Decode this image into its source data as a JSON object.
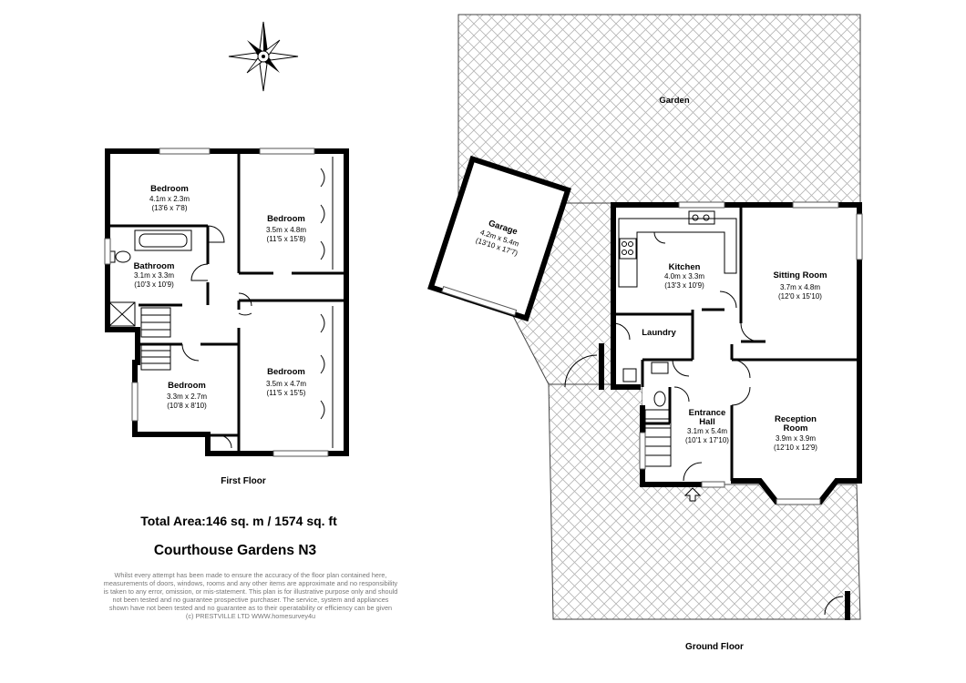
{
  "compass": {
    "icon": "compass-rose-icon"
  },
  "first_floor": {
    "label": "First Floor",
    "rooms": [
      {
        "name": "Bedroom",
        "metric": "4.1m x 2.3m",
        "imperial": "(13'6 x 7'8)"
      },
      {
        "name": "Bedroom",
        "metric": "3.5m x 4.8m",
        "imperial": "(11'5 x 15'8)"
      },
      {
        "name": "Bathroom",
        "metric": "3.1m x 3.3m",
        "imperial": "(10'3 x 10'9)"
      },
      {
        "name": "Bedroom",
        "metric": "3.3m x 2.7m",
        "imperial": "(10'8 x 8'10)"
      },
      {
        "name": "Bedroom",
        "metric": "3.5m x 4.7m",
        "imperial": "(11'5 x 15'5)"
      }
    ]
  },
  "ground_floor": {
    "label": "Ground Floor",
    "garden": "Garden",
    "rooms": [
      {
        "name": "Garage",
        "metric": "4.2m x 5.4m",
        "imperial": "(13'10 x 17'7)"
      },
      {
        "name": "Kitchen",
        "metric": "4.0m x 3.3m",
        "imperial": "(13'3 x 10'9)"
      },
      {
        "name": "Sitting Room",
        "metric": "3.7m x 4.8m",
        "imperial": "(12'0 x 15'10)"
      },
      {
        "name": "Laundry"
      },
      {
        "name_line1": "Entrance",
        "name_line2": "Hall",
        "metric": "3.1m x 5.4m",
        "imperial": "(10'1 x 17'10)"
      },
      {
        "name_line1": "Reception",
        "name_line2": "Room",
        "metric": "3.9m x 3.9m",
        "imperial": "(12'10 x 12'9)"
      }
    ]
  },
  "total_area": "Total Area:146 sq. m  / 1574 sq. ft",
  "property_title": "Courthouse Gardens N3",
  "disclaimer": [
    "Whilst every attempt has been made to ensure the accuracy of the floor plan contained here,",
    "measurements of doors, windows, rooms and any other items are approximate and no responsibility",
    "is taken to any error, omission, or mis-statement. This plan is for illustrative purpose only and should",
    "not been tested and no guarantee prospective purchaser. The service, system and appliances",
    "shown have not been tested and no guarantee as to their operatability or efficiency can be given",
    "(c) PRESTVILLE LTD WWW.homesurvey4u"
  ]
}
